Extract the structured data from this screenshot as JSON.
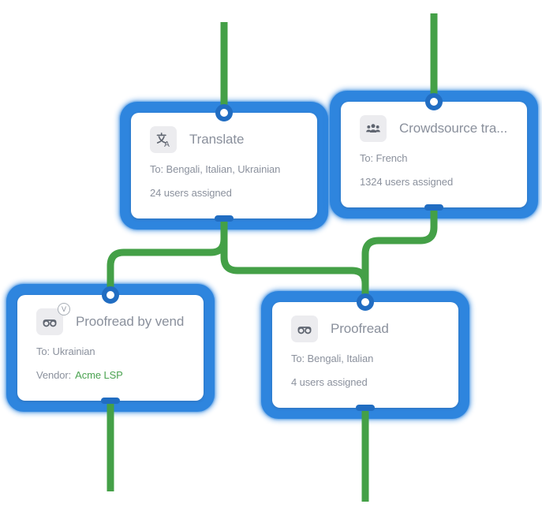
{
  "diagram": {
    "background": "#ffffff",
    "colors": {
      "node_frame_blue": "#2e85de",
      "port_blue": "#216dc2",
      "wire_green": "#44a047",
      "title_text": "#8a909c",
      "body_text": "#8b919d",
      "icon_bg": "#ececef",
      "icon_fg": "#5f6570",
      "vendor_green": "#4ba351",
      "card_bg": "#ffffff"
    },
    "nodes": [
      {
        "id": "translate",
        "icon": "translate-icon",
        "title": "Translate",
        "line1": "To: Bengali, Italian, Ukrainian",
        "line2": "24 users assigned"
      },
      {
        "id": "crowdsource-translate",
        "icon": "crowd-icon",
        "title": "Crowdsource tra...",
        "line1": "To: French",
        "line2": "1324 users assigned"
      },
      {
        "id": "proofread-by-vendor",
        "icon": "vendor-glasses-icon",
        "badge": "V",
        "title": "Proofread by vendor",
        "line1": "To: Ukrainian",
        "vendor_label": "Vendor:",
        "vendor_name": "Acme LSP"
      },
      {
        "id": "proofread",
        "icon": "glasses-icon",
        "title": "Proofread",
        "line1": "To: Bengali, Italian",
        "line2": "4 users assigned"
      }
    ],
    "edges": [
      {
        "from": "offscreen-top",
        "to": "translate.in"
      },
      {
        "from": "offscreen-top",
        "to": "crowdsource-translate.in"
      },
      {
        "from": "translate.out",
        "to": "proofread-by-vendor.in"
      },
      {
        "from": "translate.out",
        "to": "proofread.in"
      },
      {
        "from": "crowdsource-translate.out",
        "to": "proofread.in"
      },
      {
        "from": "proofread-by-vendor.out",
        "to": "offscreen-bottom"
      },
      {
        "from": "proofread.out",
        "to": "offscreen-bottom"
      }
    ]
  }
}
